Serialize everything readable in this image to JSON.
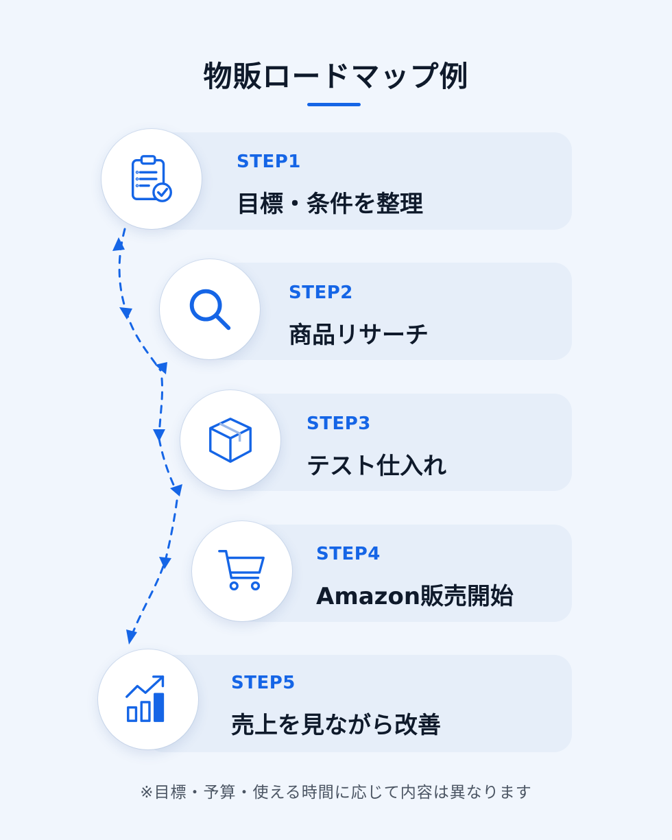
{
  "title": "物販ロードマップ例",
  "accent_color": "#1565e6",
  "steps": [
    {
      "label": "STEP1",
      "title": "目標・条件を整理",
      "icon": "clipboard-check-icon"
    },
    {
      "label": "STEP2",
      "title": "商品リサーチ",
      "icon": "search-icon"
    },
    {
      "label": "STEP3",
      "title": "テスト仕入れ",
      "icon": "package-box-icon"
    },
    {
      "label": "STEP4",
      "title": "Amazon販売開始",
      "icon": "shopping-cart-icon"
    },
    {
      "label": "STEP5",
      "title": "売上を見ながら改善",
      "icon": "growth-chart-icon"
    }
  ],
  "footnote": "※目標・予算・使える時間に応じて内容は異なります"
}
